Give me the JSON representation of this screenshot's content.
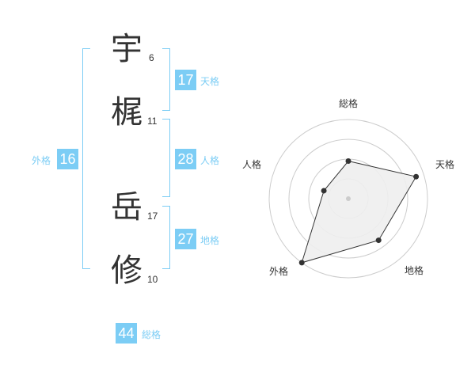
{
  "name": {
    "chars": [
      {
        "char": "宇",
        "strokes": "6"
      },
      {
        "char": "梶",
        "strokes": "11"
      },
      {
        "char": "岳",
        "strokes": "17"
      },
      {
        "char": "修",
        "strokes": "10"
      }
    ]
  },
  "fortunes": {
    "tenkaku": {
      "value": "17",
      "label": "天格"
    },
    "jinkaku": {
      "value": "28",
      "label": "人格"
    },
    "chikaku": {
      "value": "27",
      "label": "地格"
    },
    "gaikaku": {
      "value": "16",
      "label": "外格"
    },
    "soukaku": {
      "value": "44",
      "label": "総格"
    }
  },
  "colors": {
    "accent": "#7ccdf5",
    "text": "#333333",
    "grid": "#cccccc",
    "fill": "#eeeeee"
  },
  "chart_data": {
    "type": "radar",
    "axes": [
      "総格",
      "天格",
      "地格",
      "外格",
      "人格"
    ],
    "max": 4,
    "values": [
      1.9,
      3.6,
      2.6,
      4.0,
      1.3
    ]
  }
}
